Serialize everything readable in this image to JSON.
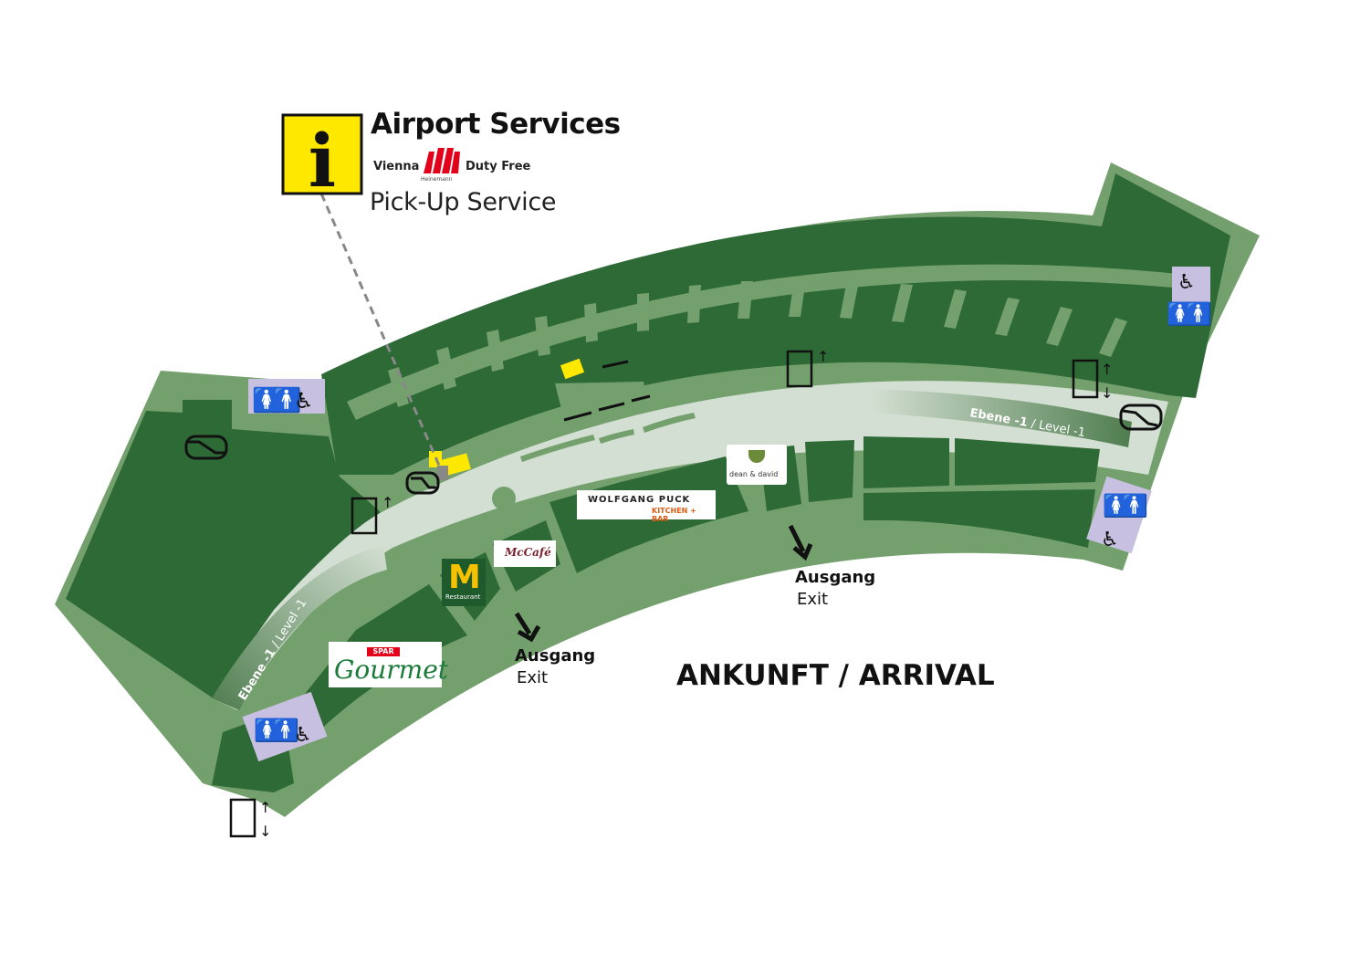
{
  "map": {
    "info_title": "Airport Services",
    "info_icon_letter": "i",
    "sub_vienna": "Vienna",
    "sub_heinemann": "Heinemann",
    "sub_dutyfree": "Duty Free",
    "pickup": "Pick-Up Service",
    "level_left_a": "Ebene -1",
    "level_left_b": " / Level -1",
    "level_right_a": "Ebene -1",
    "level_right_b": " / Level -1",
    "exit1_de": "Ausgang",
    "exit1_en": "Exit",
    "exit2_de": "Ausgang",
    "exit2_en": "Exit",
    "arrival": "ANKUNFT / ARRIVAL",
    "colors": {
      "floor_dark": "#2e6a36",
      "floor_light": "#74a06e",
      "corridor": "#d3dfd2",
      "toilet_bg": "#c8c0e0",
      "info_yellow": "#ffe800"
    }
  },
  "stores": {
    "wolfgang_a": "WOLFGANG PUCK",
    "wolfgang_b": "KITCHEN + BAR",
    "deandavid": "dean & david",
    "mcd_letter": "M",
    "mcd_text": "Restaurant",
    "mccafe": "McCafé",
    "spar": "SPAR",
    "gourmet": "Gourmet"
  }
}
